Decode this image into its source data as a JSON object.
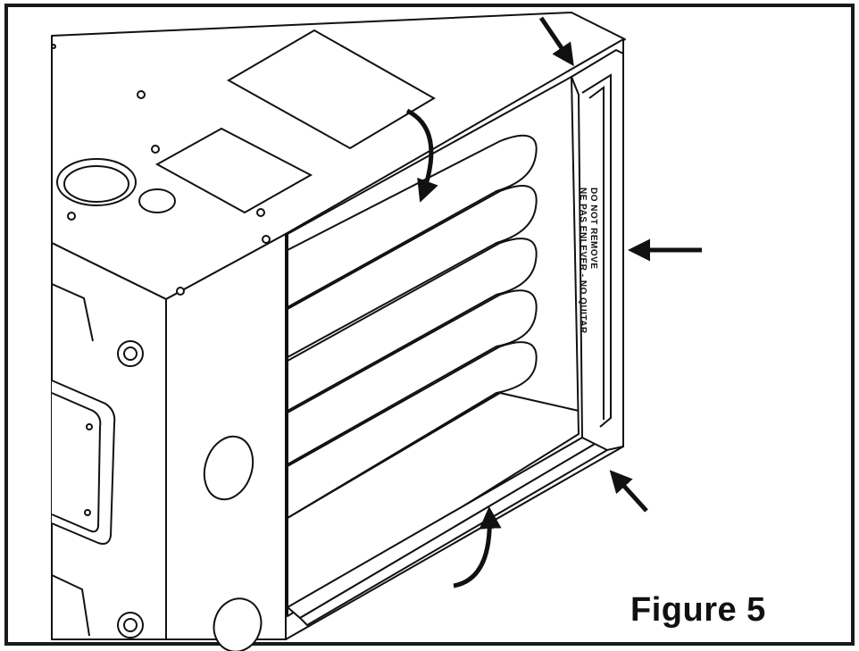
{
  "figure": {
    "caption": "Figure 5",
    "label_line_1": "DO NOT REMOVE",
    "label_line_2": "NE PAS ENLEVER - NO QUITAR"
  },
  "colors": {
    "stroke": "#111111",
    "background": "#ffffff",
    "frame": "#1a1a1a"
  },
  "arrows": [
    {
      "name": "top-right-corner-arrow",
      "kind": "straight"
    },
    {
      "name": "right-side-arrow",
      "kind": "straight"
    },
    {
      "name": "bottom-right-corner-arrow",
      "kind": "straight"
    },
    {
      "name": "top-curved-rotate-arrow",
      "kind": "curved"
    },
    {
      "name": "bottom-curved-rotate-arrow",
      "kind": "curved"
    }
  ]
}
